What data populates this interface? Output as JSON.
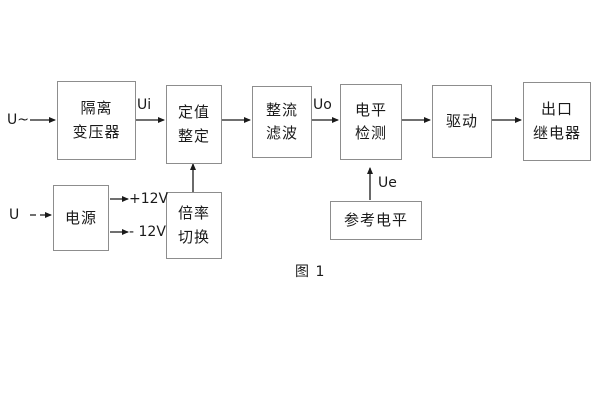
{
  "figure": {
    "caption": "图 1",
    "background": "#ffffff",
    "border_color": "#8d8d8d",
    "text_color": "#1a1a1a"
  },
  "inputs": {
    "ac_source": "U~",
    "dc_source": "U"
  },
  "signals": {
    "ui": "Ui",
    "uo": "Uo",
    "ue": "Ue",
    "rail_positive": "+12V",
    "rail_negative": "- 12V"
  },
  "blocks": [
    {
      "id": "isolation-transformer",
      "lines": [
        "隔离",
        "变压器"
      ]
    },
    {
      "id": "setting-value",
      "lines": [
        "定值",
        "整定"
      ]
    },
    {
      "id": "rectify-filter",
      "lines": [
        "整流",
        "滤波"
      ]
    },
    {
      "id": "level-detection",
      "lines": [
        "电平",
        "检测"
      ]
    },
    {
      "id": "drive",
      "lines": [
        "驱动"
      ]
    },
    {
      "id": "output-relay",
      "lines": [
        "出口",
        "继电器"
      ]
    },
    {
      "id": "power-supply",
      "lines": [
        "电源"
      ]
    },
    {
      "id": "multiplier-switch",
      "lines": [
        "倍率",
        "切换"
      ]
    },
    {
      "id": "reference-level",
      "lines": [
        "参考电平"
      ]
    }
  ]
}
